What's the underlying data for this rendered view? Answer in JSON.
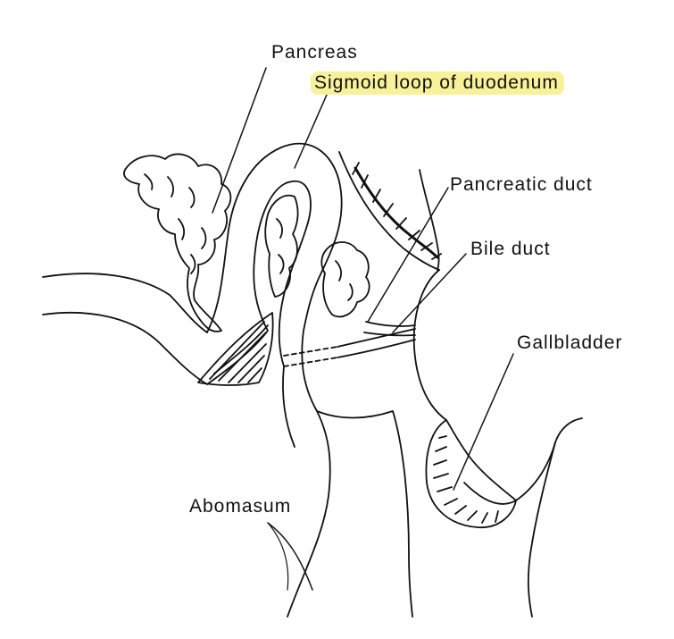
{
  "labels": {
    "pancreas": "Pancreas",
    "sigmoid_loop": "Sigmoid loop of duodenum",
    "pancreatic_duct": "Pancreatic duct",
    "bile_duct": "Bile duct",
    "gallbladder": "Gallbladder",
    "abomasum": "Abomasum"
  },
  "colors": {
    "line": "#111111",
    "highlight": "#f7f29a",
    "background": "#ffffff"
  }
}
